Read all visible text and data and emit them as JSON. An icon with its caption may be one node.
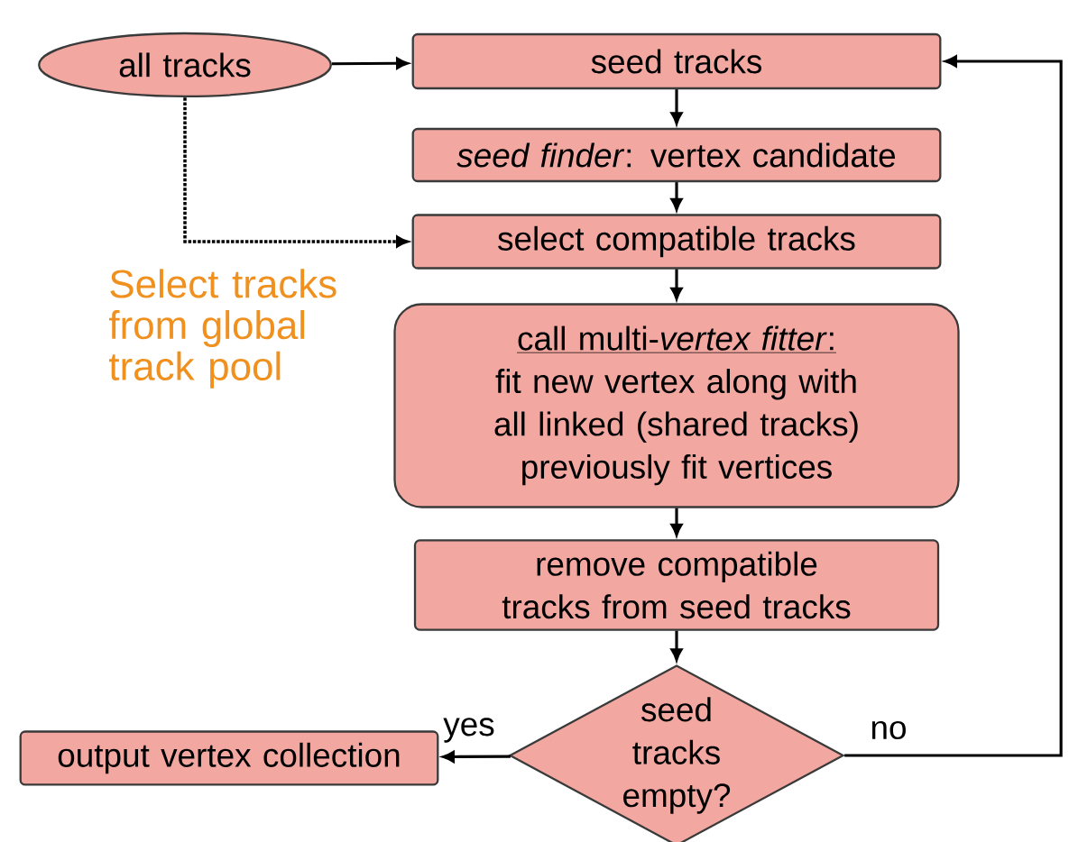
{
  "diagram": {
    "nodes": [
      {
        "text": [
          "all tracks"
        ]
      },
      {
        "text": [
          "seed tracks"
        ]
      },
      {
        "text": [
          "*seed finder*: vertex candidate"
        ]
      },
      {
        "text": [
          "select compatible tracks"
        ]
      },
      {
        "text": [
          "call multi-*vertex fitter*:",
          "fit new vertex along with all linked (shared tracks) previously fit vertices"
        ]
      },
      {
        "text": [
          "remove compatible tracks from seed tracks"
        ]
      },
      {
        "text": [
          "seed tracks empty?"
        ]
      },
      {
        "text": [
          "output vertex collection"
        ]
      }
    ],
    "edges": [
      {
        "from": 0,
        "to": 1,
        "arrow": "to"
      },
      {
        "from": 1,
        "to": 2,
        "arrow": "to"
      },
      {
        "from": 2,
        "to": 3,
        "arrow": "to"
      },
      {
        "from": 0,
        "to": 3,
        "arrow": "to",
        "style": "dashed"
      },
      {
        "from": 3,
        "to": 4,
        "arrow": "to"
      },
      {
        "from": 4,
        "to": 5,
        "arrow": "to"
      },
      {
        "from": 5,
        "to": 6,
        "arrow": "to"
      },
      {
        "from": 6,
        "to": 7,
        "arrow": "to",
        "label": "yes"
      },
      {
        "from": 6,
        "to": 1,
        "arrow": "to",
        "label": "no"
      }
    ],
    "labels": [
      "Select tracks from global track pool"
    ]
  }
}
